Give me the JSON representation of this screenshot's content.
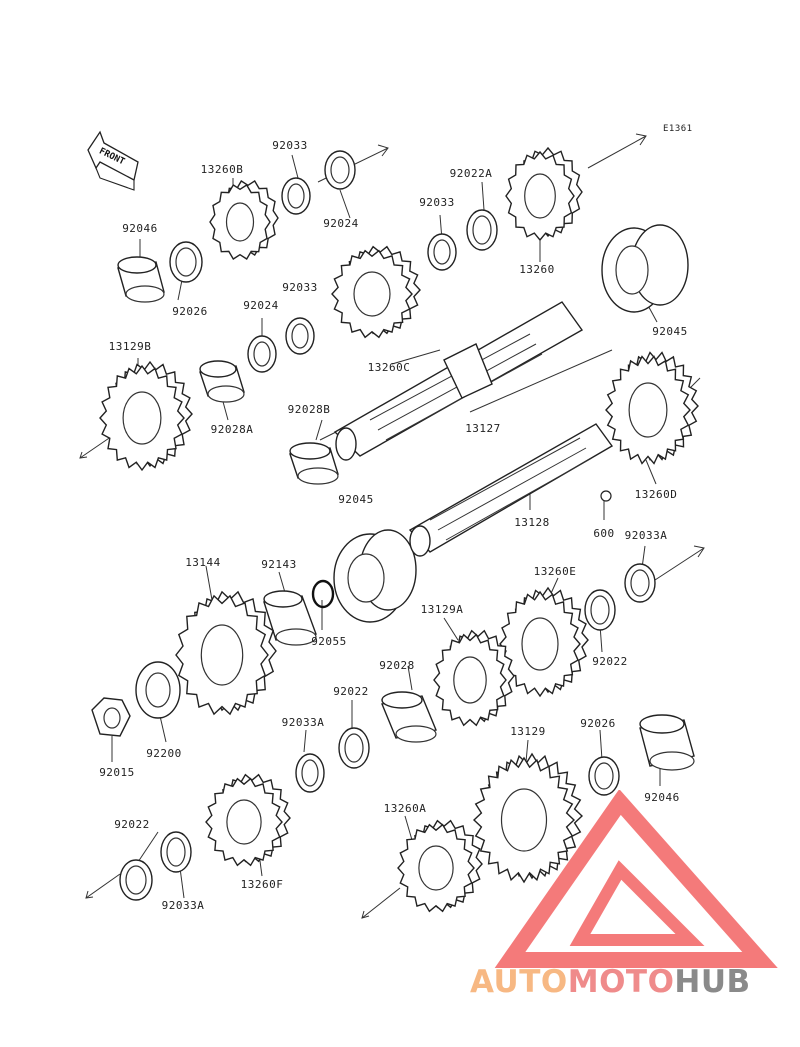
{
  "diagram": {
    "code": "E1361",
    "front_label": "FRONT",
    "parts": [
      {
        "num": "92033"
      },
      {
        "num": "13260B"
      },
      {
        "num": "92024"
      },
      {
        "num": "92046"
      },
      {
        "num": "92026"
      },
      {
        "num": "92033"
      },
      {
        "num": "92022A"
      },
      {
        "num": "92033"
      },
      {
        "num": "13260"
      },
      {
        "num": "92024"
      },
      {
        "num": "92045"
      },
      {
        "num": "13129B"
      },
      {
        "num": "13260C"
      },
      {
        "num": "92028A"
      },
      {
        "num": "92028B"
      },
      {
        "num": "13127"
      },
      {
        "num": "13260D"
      },
      {
        "num": "92045"
      },
      {
        "num": "13128"
      },
      {
        "num": "600"
      },
      {
        "num": "92033A"
      },
      {
        "num": "13144"
      },
      {
        "num": "92143"
      },
      {
        "num": "13260E"
      },
      {
        "num": "92055"
      },
      {
        "num": "13129A"
      },
      {
        "num": "92022"
      },
      {
        "num": "92028"
      },
      {
        "num": "92022"
      },
      {
        "num": "92200"
      },
      {
        "num": "92015"
      },
      {
        "num": "92033A"
      },
      {
        "num": "13129"
      },
      {
        "num": "92026"
      },
      {
        "num": "92046"
      },
      {
        "num": "92022"
      },
      {
        "num": "13260A"
      },
      {
        "num": "13260F"
      },
      {
        "num": "92033A"
      }
    ]
  },
  "watermark": {
    "brand_part1": "AUTO",
    "brand_part2": "MOTO",
    "brand_part3": "HUB",
    "colors": {
      "auto": "#f7b883",
      "moto": "#ef8b8b",
      "hub": "#8a8a8a",
      "logo": "#f26363"
    }
  }
}
